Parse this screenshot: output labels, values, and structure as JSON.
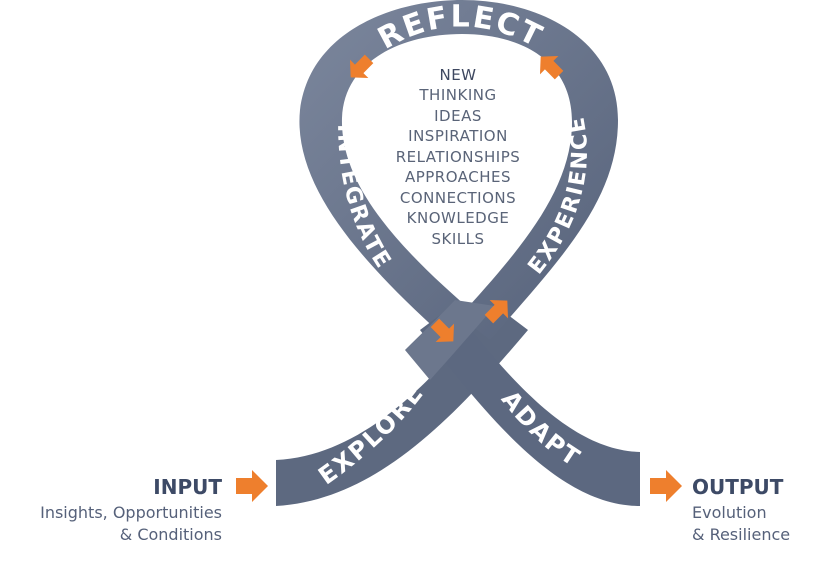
{
  "ribbon": {
    "reflect": "REFLECT",
    "integrate": "INTEGRATE",
    "experience": "EXPERIENCE",
    "explore": "EXPLORE",
    "adapt": "ADAPT"
  },
  "center_list": [
    "NEW",
    "THINKING",
    "IDEAS",
    "INSPIRATION",
    "RELATIONSHIPS",
    "APPROACHES",
    "CONNECTIONS",
    "KNOWLEDGE",
    "SKILLS"
  ],
  "input": {
    "title": "INPUT",
    "line1": "Insights, Opportunities",
    "line2": "& Conditions"
  },
  "output": {
    "title": "OUTPUT",
    "line1": "Evolution",
    "line2": "& Resilience"
  },
  "colors": {
    "ribbon": "#5f6b82",
    "ribbon_light": "#7c879d",
    "arrow": "#ee7f2d",
    "title_text": "#3d4a66"
  },
  "icons": [
    "arrow-right-icon",
    "arrow-down-right-icon",
    "arrow-up-right-icon",
    "arrow-down-left-icon"
  ]
}
